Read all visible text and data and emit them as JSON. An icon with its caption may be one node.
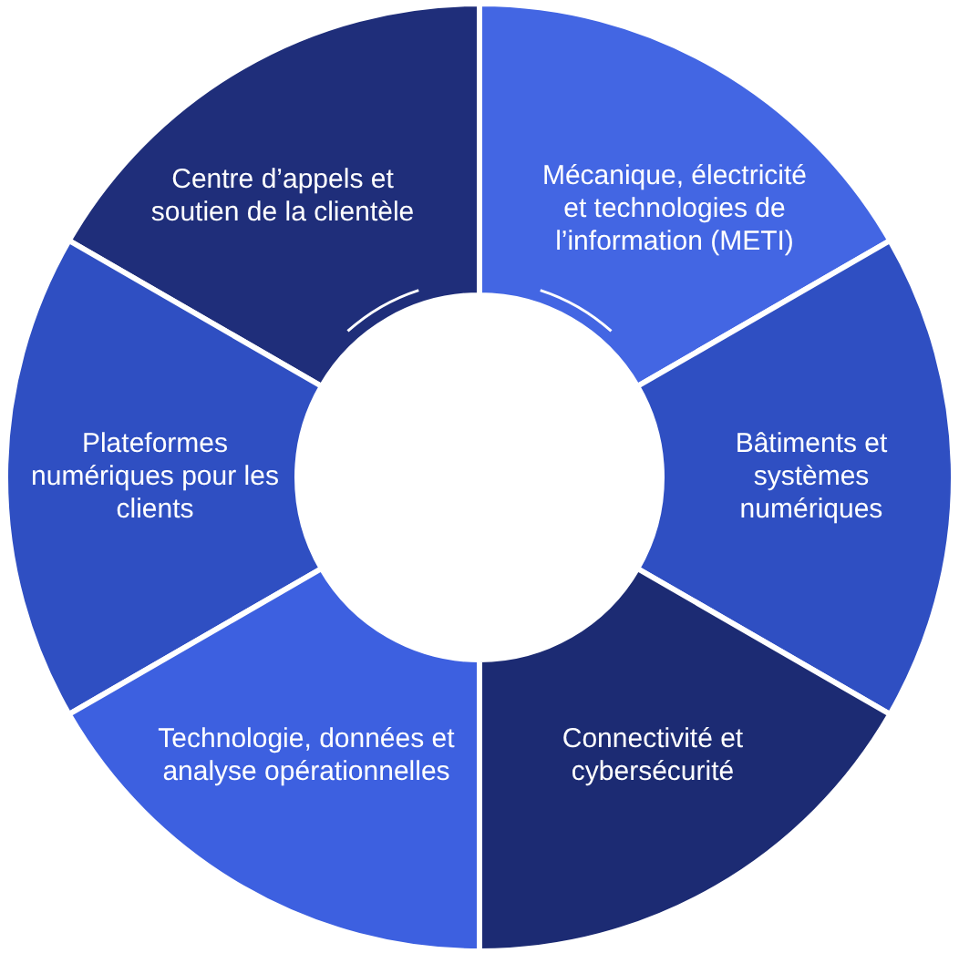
{
  "diagram": {
    "nodes": [
      {
        "text": [
          "Centre d’appels et soutien de la clientèle"
        ]
      },
      {
        "text": [
          "Mécanique, électricité et technologies de l’information (METI)"
        ]
      },
      {
        "text": [
          "Plateformes numériques pour les clients"
        ]
      },
      {
        "text": [
          "Bâtiments et systèmes numériques"
        ]
      },
      {
        "text": [
          "Technologie, données et analyse opérationnelles"
        ]
      },
      {
        "text": [
          "Connectivité et cybersécurité"
        ]
      }
    ]
  }
}
